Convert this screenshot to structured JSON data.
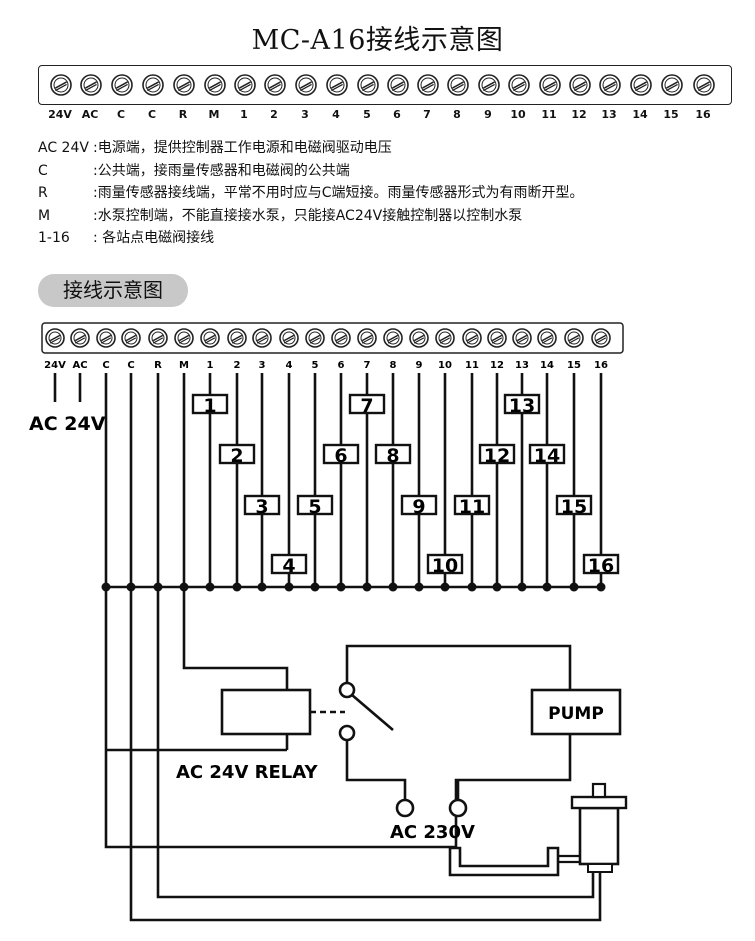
{
  "title": "MC-A16接线示意图",
  "top_terminals": [
    "24V",
    "AC",
    "C",
    "C",
    "R",
    "M",
    "1",
    "2",
    "3",
    "4",
    "5",
    "6",
    "7",
    "8",
    "9",
    "10",
    "11",
    "12",
    "13",
    "14",
    "15",
    "16"
  ],
  "legend": [
    {
      "key": "AC 24V",
      "desc": ":电源端，提供控制器工作电源和电磁阀驱动电压"
    },
    {
      "key": "C",
      "desc": ":公共端，接雨量传感器和电磁阀的公共端"
    },
    {
      "key": "R",
      "desc": ":雨量传感器接线端，平常不用时应与C端短接。雨量传感器形式为有雨断开型。"
    },
    {
      "key": "M",
      "desc": ":水泵控制端，不能直接接水泵，只能接AC24V接触控制器以控制水泵"
    },
    {
      "key": "1-16",
      "desc": "  : 各站点电磁阀接线"
    }
  ],
  "section_title": "接线示意图",
  "diagram": {
    "terminals": [
      "24V",
      "AC",
      "C",
      "C",
      "R",
      "M",
      "1",
      "2",
      "3",
      "4",
      "5",
      "6",
      "7",
      "8",
      "9",
      "10",
      "11",
      "12",
      "13",
      "14",
      "15",
      "16"
    ],
    "power_label": "AC 24V",
    "relay_label": "AC 24V RELAY",
    "pump_label": "PUMP",
    "mains_label": "AC 230V",
    "valves": [
      "1",
      "2",
      "3",
      "4",
      "5",
      "6",
      "7",
      "8",
      "9",
      "10",
      "11",
      "12",
      "13",
      "14",
      "15",
      "16"
    ]
  },
  "colors": {
    "line": "#111111",
    "badge": "#c8c8c8"
  }
}
